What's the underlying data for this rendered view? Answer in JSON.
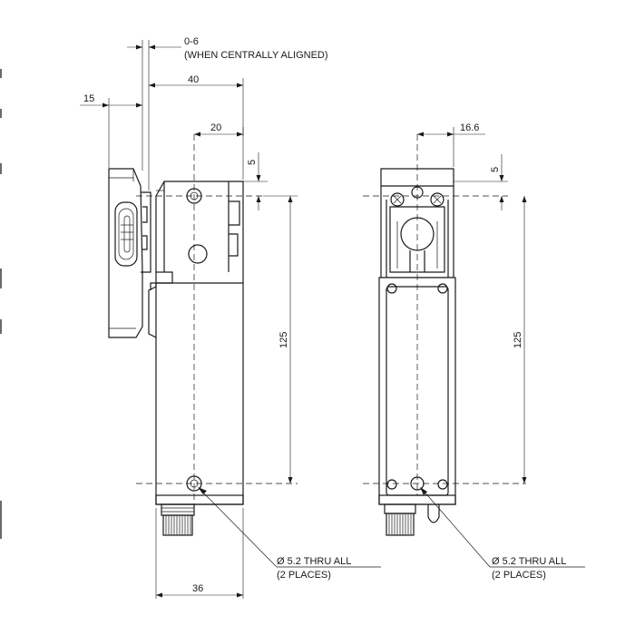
{
  "dimensions": {
    "gap_value": "0-6",
    "gap_note": "(WHEN CENTRALLY ALIGNED)",
    "width_40": "40",
    "offset_15": "15",
    "width_20": "20",
    "top_5_left": "5",
    "height_125_left": "125",
    "width_36": "36",
    "width_16_6": "16.6",
    "top_5_right": "5",
    "height_125_right": "125"
  },
  "callouts": {
    "hole_left_line1": "Ø 5.2 THRU ALL",
    "hole_left_line2": "(2 PLACES)",
    "hole_right_line1": "Ø 5.2 THRU ALL",
    "hole_right_line2": "(2 PLACES)"
  }
}
